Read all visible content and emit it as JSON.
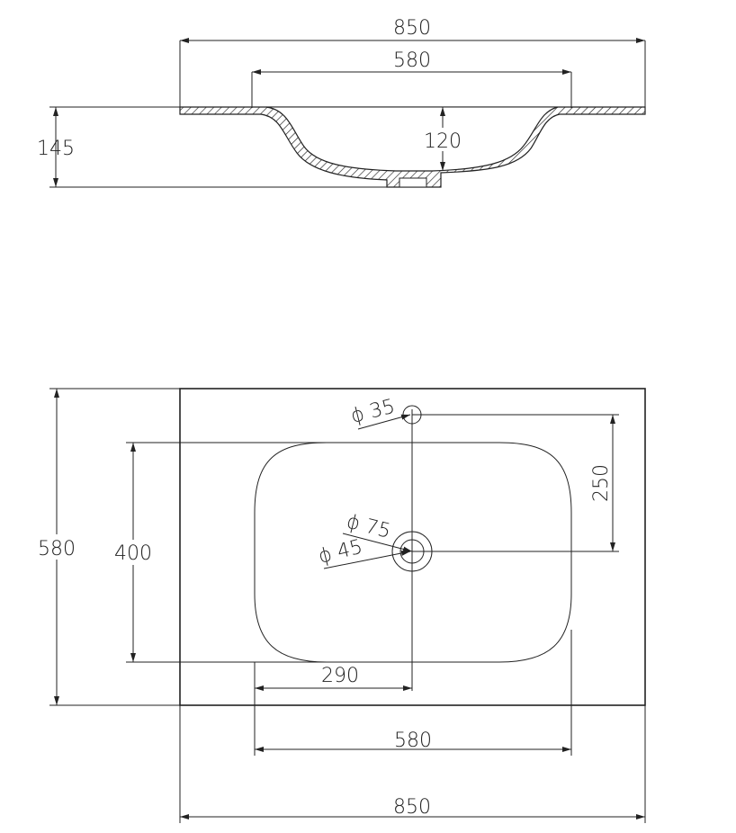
{
  "section_view": {
    "overall_width": "850",
    "basin_width": "580",
    "overall_height": "145",
    "basin_depth": "120"
  },
  "plan_view": {
    "tap_hole_diameter": "ϕ 35",
    "drain_outer_diameter": "ϕ 75",
    "drain_inner_diameter": "ϕ 45",
    "tap_to_drain": "250",
    "overall_depth": "580",
    "basin_depth": "400",
    "drain_offset": "290",
    "basin_width": "580",
    "overall_width": "850"
  }
}
